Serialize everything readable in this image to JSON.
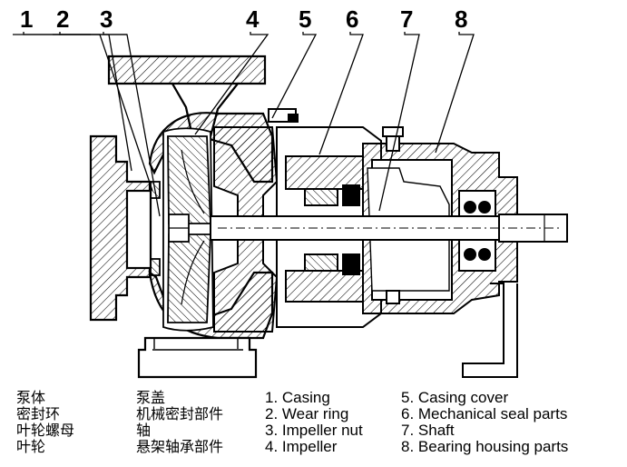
{
  "callouts": [
    "1",
    "2",
    "3",
    "4",
    "5",
    "6",
    "7",
    "8"
  ],
  "legend": {
    "zh_col1": [
      "泵体",
      "密封环",
      "叶轮螺母",
      "叶轮"
    ],
    "zh_col2": [
      "泵盖",
      "机械密封部件",
      "轴",
      "悬架轴承部件"
    ],
    "en_col1": [
      "1. Casing",
      "2. Wear ring",
      "3. Impeller nut",
      "4. Impeller"
    ],
    "en_col2": [
      "5. Casing cover",
      "6. Mechanical seal parts",
      "7. Shaft",
      "8. Bearing housing parts"
    ]
  }
}
